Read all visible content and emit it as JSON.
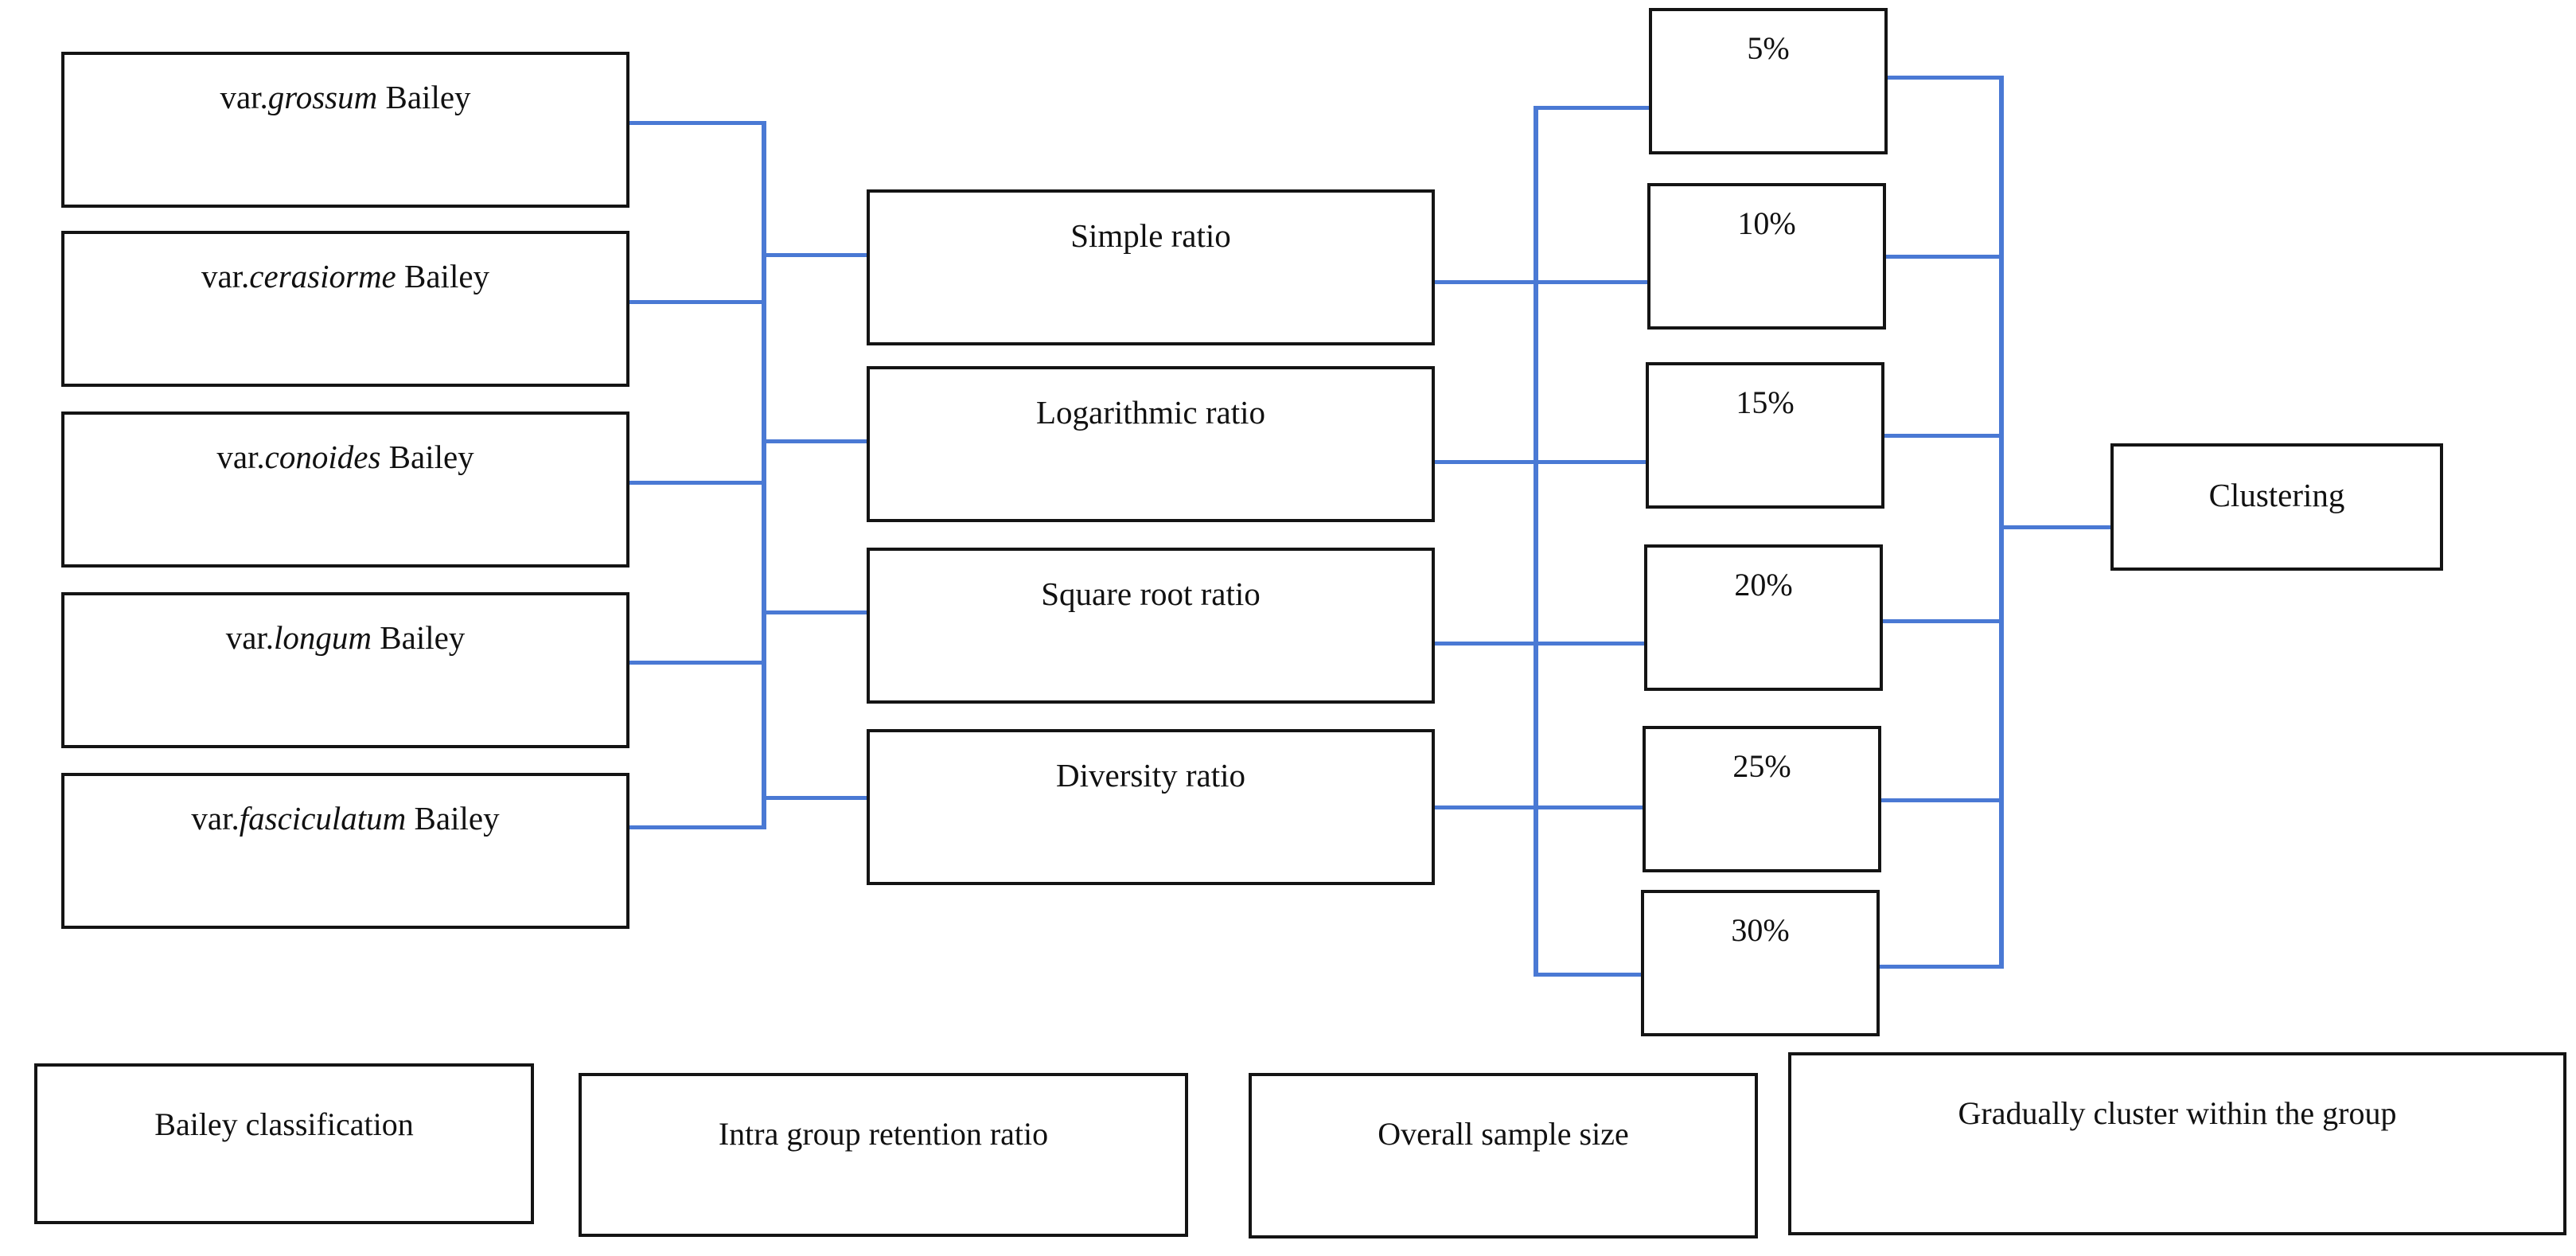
{
  "diagram": {
    "title": "Bailey classification clustering workflow",
    "accent_color": "#4a79d4",
    "box_border_color": "#141414",
    "background_color": "#ffffff"
  },
  "taxa": [
    {
      "prefix": "var.",
      "species": "grossum",
      "authority": " Bailey"
    },
    {
      "prefix": "var.",
      "species": "cerasiorme",
      "authority": " Bailey"
    },
    {
      "prefix": "var.",
      "species": "conoides",
      "authority": " Bailey"
    },
    {
      "prefix": "var.",
      "species": "longum",
      "authority": " Bailey"
    },
    {
      "prefix": "var.",
      "species": "fasciculatum",
      "authority": " Bailey"
    }
  ],
  "ratios": [
    {
      "label": "Simple ratio"
    },
    {
      "label": "Logarithmic ratio"
    },
    {
      "label": "Square root ratio"
    },
    {
      "label": "Diversity ratio"
    }
  ],
  "percentages": [
    {
      "label": "5%"
    },
    {
      "label": "10%"
    },
    {
      "label": "15%"
    },
    {
      "label": "20%"
    },
    {
      "label": "25%"
    },
    {
      "label": "30%"
    }
  ],
  "terminal": {
    "label": "Clustering"
  },
  "legend": [
    {
      "label": "Bailey classification"
    },
    {
      "label": "Intra group retention ratio"
    },
    {
      "label": "Overall sample size"
    },
    {
      "label": "Gradually cluster within the group"
    }
  ]
}
